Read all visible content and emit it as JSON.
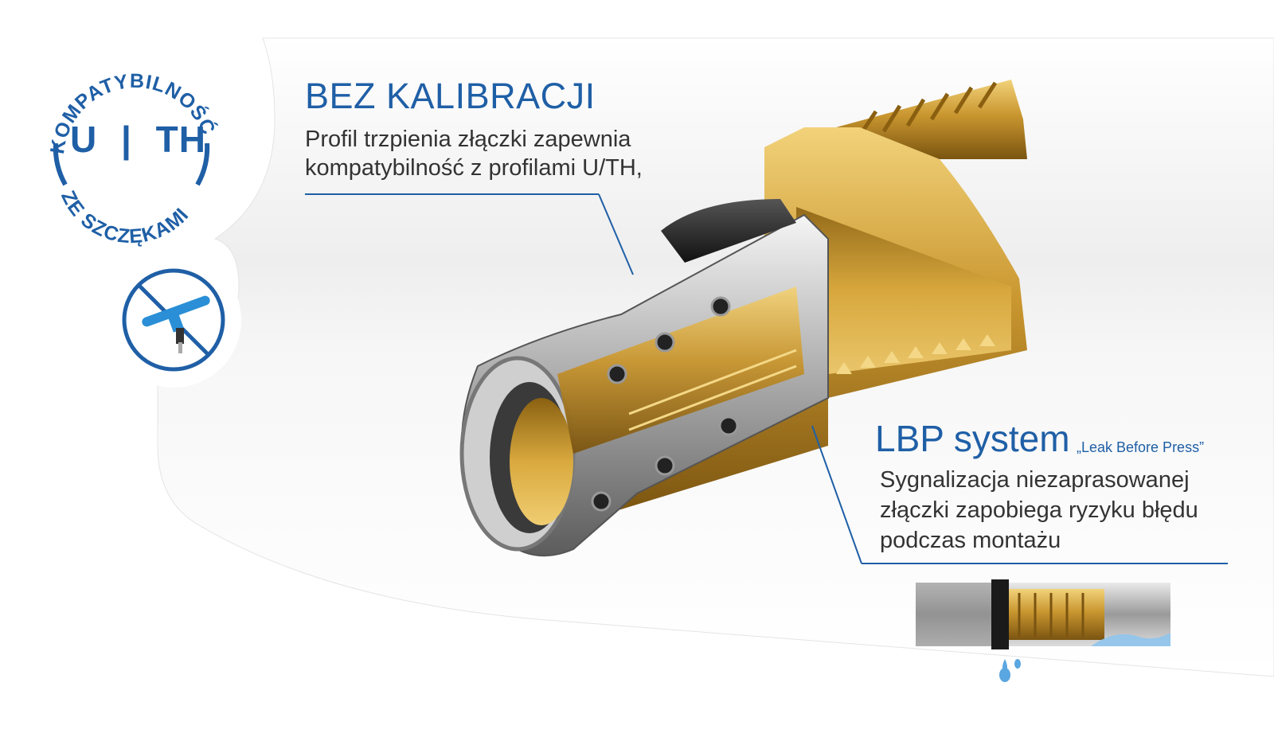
{
  "badge": {
    "arc_top": "KOMPATYBILNOŚĆ",
    "arc_bottom": "ZE SZCZĘKAMI",
    "center_left": "U",
    "center_divider": "|",
    "center_right": "TH",
    "color": "#1f5fa6"
  },
  "no_calibration_icon": {
    "icon": "calibration-tool-crossed-icon"
  },
  "bez_kalibracji": {
    "title": "BEZ KALIBRACJI",
    "lines": [
      "Profil trzpienia złączki zapewnia",
      "kompatybilność z profilami U/TH,"
    ]
  },
  "lbp": {
    "title": "LBP system",
    "subtitle": "„Leak Before Press”",
    "lines": [
      "Sygnalizacja niezaprasowanej",
      "złączki zapobiega ryzyku błędu",
      "podczas montażu"
    ]
  },
  "colors": {
    "accent": "#1f5fa6",
    "text": "#333333",
    "brass": "#c9962f"
  }
}
